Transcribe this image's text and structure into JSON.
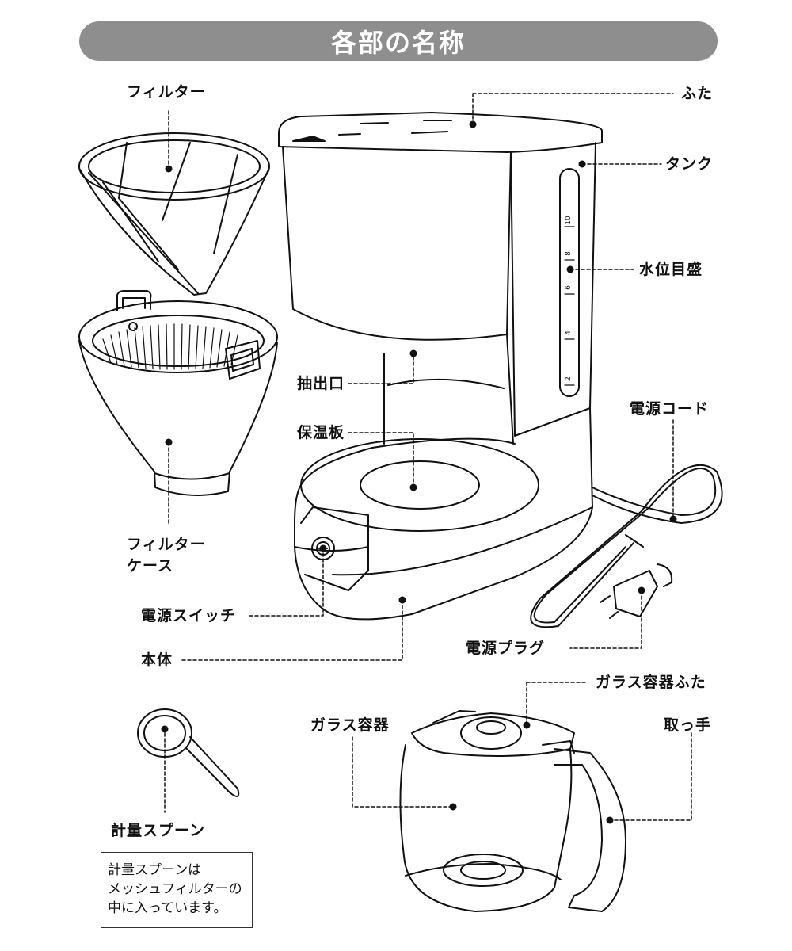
{
  "title": "各部の名称",
  "labels": {
    "filter": "フィルター",
    "lid": "ふた",
    "tank": "タンク",
    "water_gauge": "水位目盛",
    "spout": "抽出口",
    "warming_plate": "保温板",
    "power_cord": "電源コード",
    "filter_case_line1": "フィルター",
    "filter_case_line2": "ケース",
    "power_switch": "電源スイッチ",
    "body": "本体",
    "power_plug": "電源プラグ",
    "carafe_lid": "ガラス容器ふた",
    "carafe": "ガラス容器",
    "handle": "取っ手",
    "spoon": "計量スプーン"
  },
  "gauge_marks": [
    "10",
    "8",
    "6",
    "4",
    "2"
  ],
  "note": {
    "line1": "計量スプーンは",
    "line2": "メッシュフィルターの",
    "line3": "中に入っています。"
  },
  "colors": {
    "title_bg": "#8e8e8e",
    "line": "#111111"
  }
}
